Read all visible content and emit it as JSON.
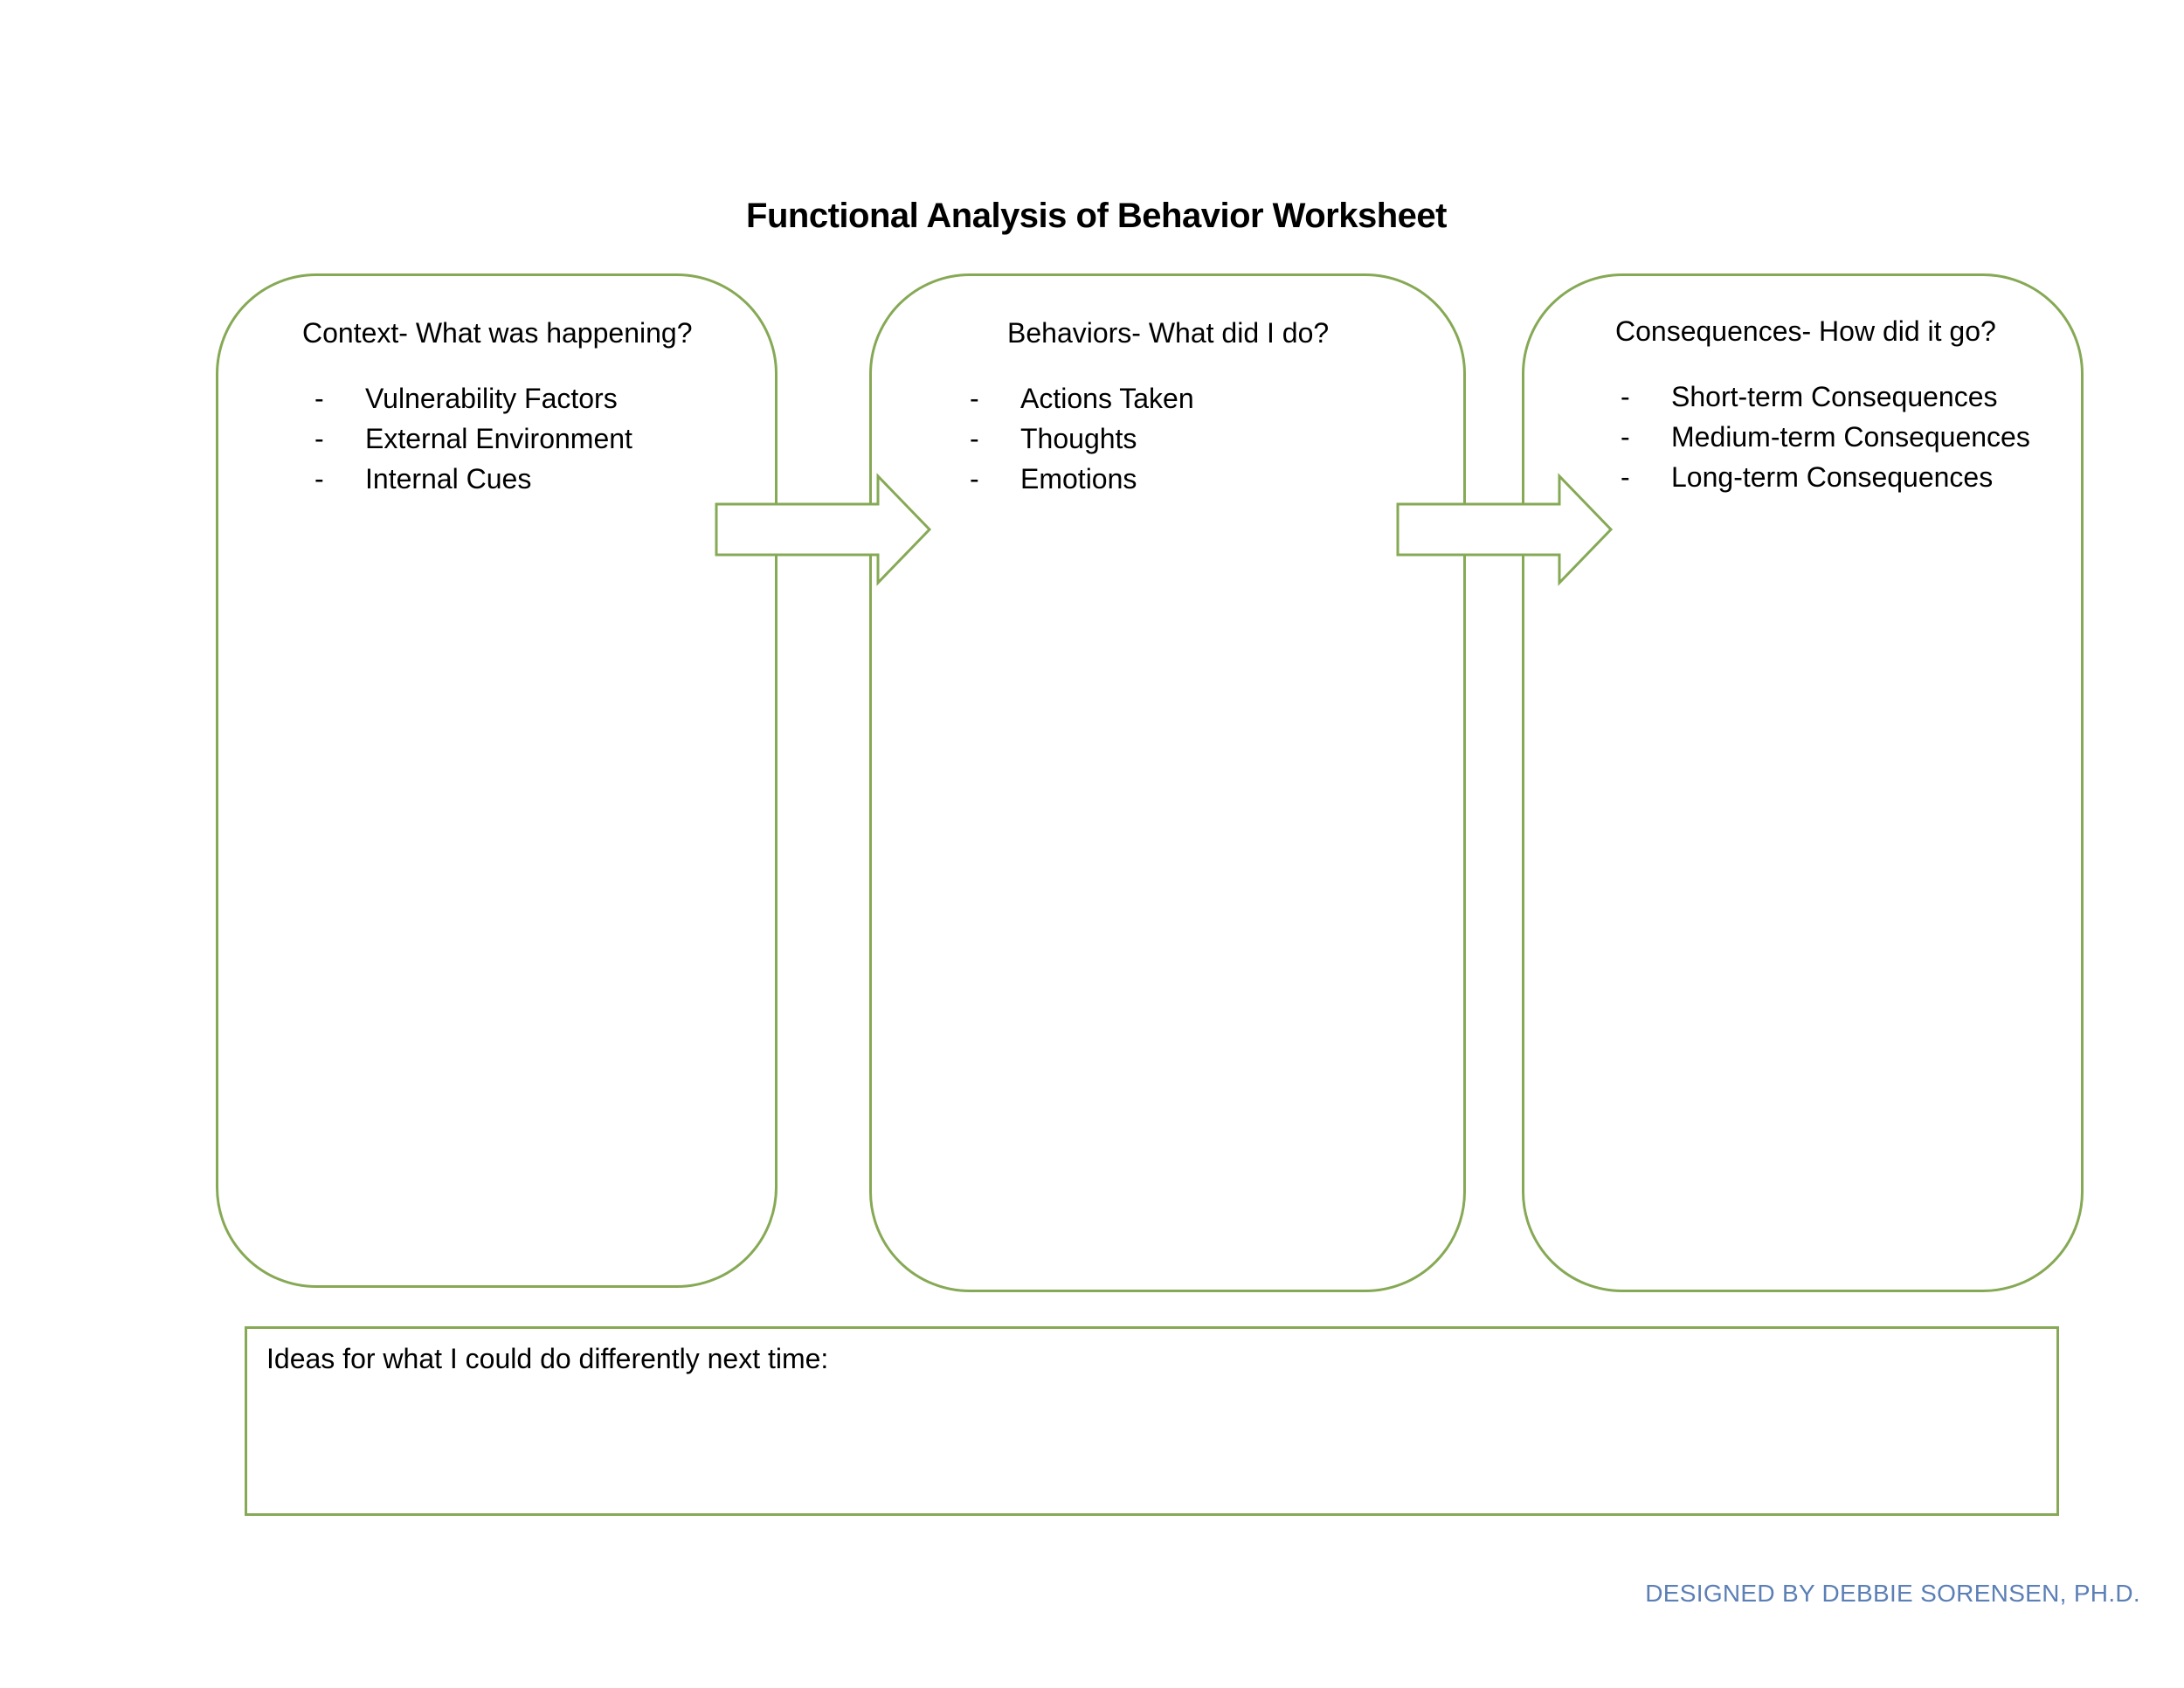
{
  "title": "Functional Analysis of Behavior Worksheet",
  "panels": [
    {
      "heading": "Context- What was happening?",
      "items": [
        "Vulnerability Factors",
        "External Environment",
        "Internal Cues"
      ]
    },
    {
      "heading": "Behaviors- What did I do?",
      "items": [
        "Actions Taken",
        "Thoughts",
        "Emotions"
      ]
    },
    {
      "heading": "Consequences- How did it go?",
      "items": [
        "Short-term Consequences",
        "Medium-term Consequences",
        "Long-term Consequences"
      ]
    }
  ],
  "bullet_marker": "-",
  "ideas_label": "Ideas for what I could do differently next time:",
  "credit": "DESIGNED BY DEBBIE SORENSEN, PH.D.",
  "colors": {
    "border": "#86a955",
    "credit_text": "#5b7fb6",
    "text": "#000000"
  }
}
